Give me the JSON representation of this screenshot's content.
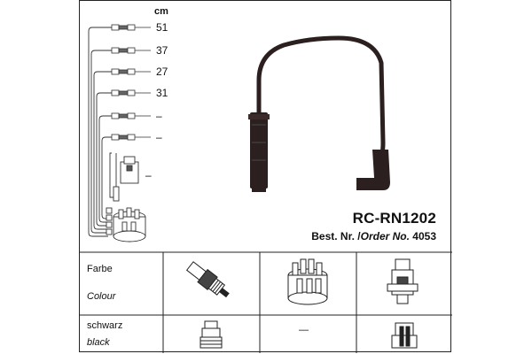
{
  "diagram": {
    "unit_label": "cm",
    "lengths": [
      "51",
      "37",
      "27",
      "31",
      "–",
      "–",
      "–"
    ],
    "part_number": "RC-RN1202",
    "order": {
      "prefix": "Best. Nr. /",
      "label": "Order No.",
      "number": "4053"
    }
  },
  "table": {
    "color_label_de": "Farbe",
    "color_label_en": "Colour",
    "color_de": "schwarz",
    "color_en": "black",
    "cap_placeholder": "—",
    "icons": {
      "row1": [
        "spark-plug-icon",
        "distributor-cap-icon",
        "ignition-coil-icon"
      ],
      "row2": [
        "spark-plug-boot-icon",
        "none",
        "coil-boot-icon"
      ]
    }
  },
  "colors": {
    "line": "#222222",
    "cable": "#3a2a2a",
    "boot": "#2b1f1f"
  }
}
